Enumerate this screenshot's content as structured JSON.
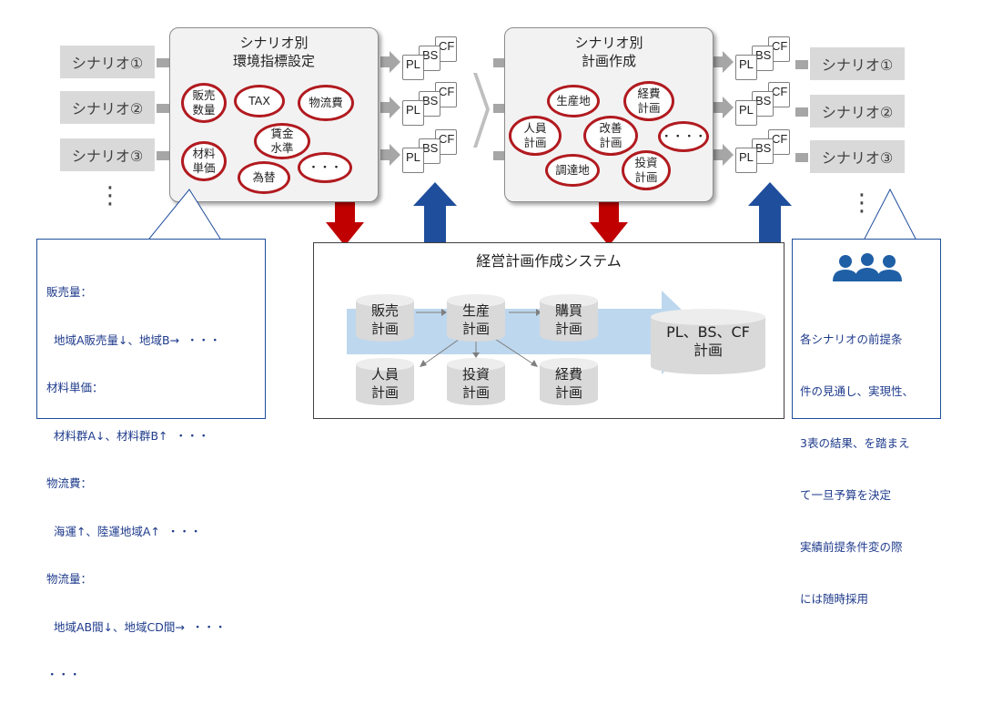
{
  "left_scenarios": [
    "シナリオ①",
    "シナリオ②",
    "シナリオ③"
  ],
  "right_scenarios": [
    "シナリオ①",
    "シナリオ②",
    "シナリオ③"
  ],
  "left_ellipsis": "⋮",
  "right_ellipsis": "⋮",
  "panel_left": {
    "title_line1": "シナリオ別",
    "title_line2": "環境指標設定",
    "factors": [
      "販売\n数量",
      "TAX",
      "物流費",
      "賃金\n水準",
      "材料\n単価",
      "為替",
      "・・・"
    ]
  },
  "panel_right": {
    "title_line1": "シナリオ別",
    "title_line2": "計画作成",
    "factors": [
      "生産地",
      "経費\n計画",
      "人員\n計画",
      "改善\n計画",
      "・・・・",
      "調達地",
      "投資\n計画"
    ]
  },
  "report_labels": {
    "pl": "PL",
    "bs": "BS",
    "cf": "CF"
  },
  "system": {
    "title": "経営計画作成システム",
    "plans": [
      "販売\n計画",
      "生産\n計画",
      "購買\n計画",
      "人員\n計画",
      "投資\n計画",
      "経費\n計画"
    ],
    "output": "PL、BS、CF\n計画"
  },
  "left_note": [
    "販売量：",
    "  地域A販売量↓、地域B→  ・・・",
    "材料単価：",
    "  材料群A↓、材料群B↑  ・・・",
    "物流費：",
    "  海運↑、陸運地域A↑  ・・・",
    "物流量：",
    "  地域AB間↓、地域CD間→  ・・・",
    "・・・"
  ],
  "right_note": [
    "各シナリオの前提条",
    "件の見通し、実現性、",
    "3表の結果、を踏まえ",
    "て一旦予算を決定",
    "実績前提条件変の際",
    "には随時採用"
  ],
  "colors": {
    "red_accent": "#b11a1f",
    "blue_accent": "#1f4e9c",
    "flow_band": "#bdd7ee",
    "scenario_box": "#d9d9d9",
    "people_icon": "#1f5fa6"
  },
  "icons": [
    "people-group-icon"
  ]
}
